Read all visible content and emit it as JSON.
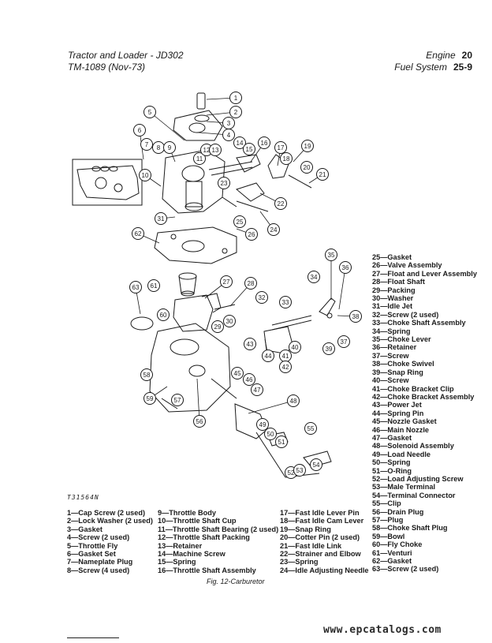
{
  "header": {
    "left_title": "Tractor and Loader - JD302",
    "left_code": "TM-1089",
    "left_date": "(Nov-73)",
    "right_section": "Engine",
    "right_section_num": "20",
    "right_subsection": "Fuel System",
    "right_page_num": "25-9"
  },
  "figure_code": "T31564N",
  "caption": "Fig. 12-Carburetor",
  "watermark": "www.epcatalogs.com",
  "legend_col1": [
    "1—Cap Screw (2 used)",
    "2—Lock Washer (2 used)",
    "3—Gasket",
    "4—Screw (2 used)",
    "5—Throttle Fly",
    "6—Gasket Set",
    "7—Nameplate Plug",
    "8—Screw (4 used)"
  ],
  "legend_col2": [
    "9—Throttle Body",
    "10—Throttle Shaft Cup",
    "11—Throttle Shaft Bearing (2 used)",
    "12—Throttle Shaft Packing",
    "13—Retainer",
    "14—Machine Screw",
    "15—Spring",
    "16—Throttle Shaft Assembly"
  ],
  "legend_col3": [
    "17—Fast Idle Lever Pin",
    "18—Fast Idle Cam Lever",
    "19—Snap Ring",
    "20—Cotter Pin (2 used)",
    "21—Fast Idle Link",
    "22—Strainer and Elbow",
    "23—Spring",
    "24—Idle Adjusting Needle"
  ],
  "legend_right": [
    "25—Gasket",
    "26—Valve Assembly",
    "27—Float and Lever Assembly",
    "28—Float Shaft",
    "29—Packing",
    "30—Washer",
    "31—Idle Jet",
    "32—Screw (2 used)",
    "33—Choke Shaft Assembly",
    "34—Spring",
    "35—Choke Lever",
    "36—Retainer",
    "37—Screw",
    "38—Choke Swivel",
    "39—Snap Ring",
    "40—Screw",
    "41—Choke Bracket Clip",
    "42—Choke Bracket Assembly",
    "43—Power Jet",
    "44—Spring Pin",
    "45—Nozzle Gasket",
    "46—Main Nozzle",
    "47—Gasket",
    "48—Solenoid Assembly",
    "49—Load Needle",
    "50—Spring",
    "51—O-Ring",
    "52—Load Adjusting Screw",
    "53—Male Terminal",
    "54—Terminal Connector",
    "55—Clip",
    "56—Drain Plug",
    "57—Plug",
    "58—Choke Shaft Plug",
    "59—Bowl",
    "60—Fly Choke",
    "61—Venturi",
    "62—Gasket",
    "63—Screw (2 used)"
  ],
  "callouts": [
    "1",
    "2",
    "3",
    "4",
    "5",
    "6",
    "7",
    "8",
    "9",
    "10",
    "11",
    "12",
    "13",
    "14",
    "15",
    "16",
    "17",
    "18",
    "19",
    "20",
    "21",
    "22",
    "23",
    "24",
    "25",
    "26",
    "27",
    "28",
    "29",
    "30",
    "31",
    "32",
    "33",
    "34",
    "35",
    "36",
    "37",
    "38",
    "39",
    "40",
    "41",
    "42",
    "43",
    "44",
    "45",
    "46",
    "47",
    "48",
    "49",
    "50",
    "51",
    "52",
    "53",
    "54",
    "55",
    "56",
    "57",
    "58",
    "59",
    "60",
    "61",
    "62",
    "63"
  ]
}
